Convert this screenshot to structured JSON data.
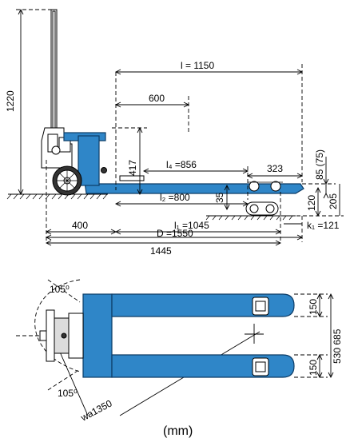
{
  "labels": {
    "height_1220": "1220",
    "l_1150": "l = 1150",
    "dim_600": "600",
    "dim_417": "417",
    "l4_856": "l₄ =856",
    "dim_323": "323",
    "dim_85_75": "85 (75)",
    "dim_35": "35",
    "l2_800": "l₂ =800",
    "dim_120": "120",
    "dim_205": "205",
    "dim_400": "400",
    "l1_1045": "l₁ =1045",
    "k1_121": "k₁ =121",
    "dim_1445": "1445",
    "d_1550": "D =1550",
    "angle_top": "105⁰",
    "angle_bottom": "105⁰",
    "fork_150_top": "150",
    "fork_150_bottom": "150",
    "width_530_685": "530 685",
    "wa_1350": "wa1350",
    "units": "(mm)"
  },
  "colors": {
    "body": "#2f86c8",
    "outline": "#0d3c66"
  }
}
